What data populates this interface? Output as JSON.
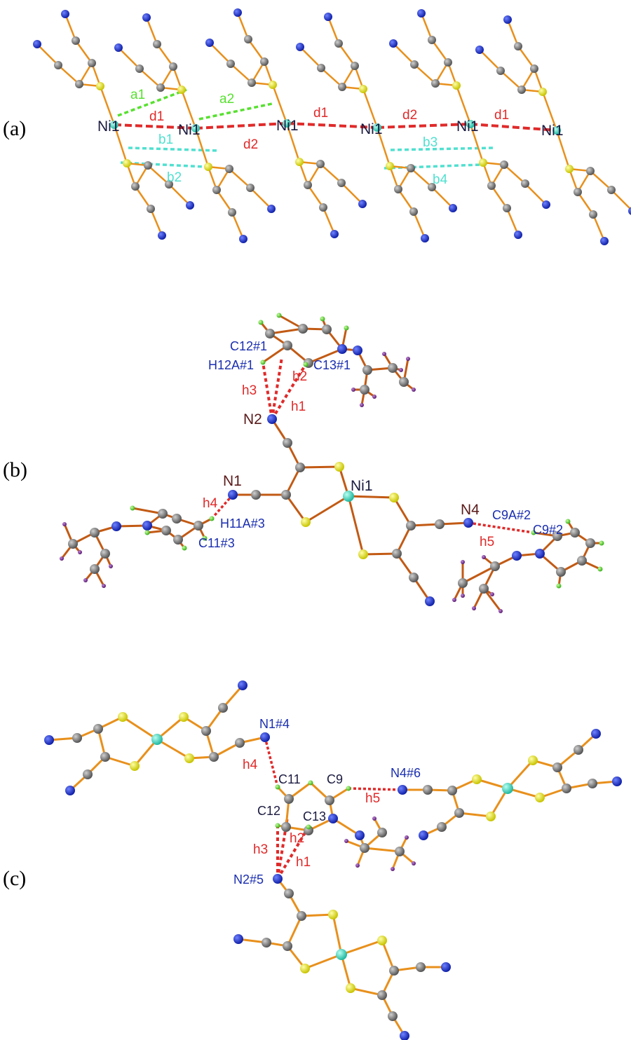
{
  "panels": {
    "a": {
      "label": "(a)",
      "ni_labels": [
        "Ni1",
        "Ni1",
        "Ni1",
        "Ni1",
        "Ni1",
        "Ni1"
      ],
      "contacts": {
        "a1": "a1",
        "a2": "a2",
        "d1": "d1",
        "d2": "d2",
        "b1": "b1",
        "b2": "b2",
        "b3": "b3",
        "b4": "b4"
      }
    },
    "b": {
      "label": "(b)",
      "atoms": {
        "c12_1": "C12#1",
        "h12a_1": "H12A#1",
        "c13_1": "C13#1",
        "n2": "N2",
        "n1": "N1",
        "ni1": "Ni1",
        "h11a_3": "H11A#3",
        "c11_3": "C11#3",
        "n4": "N4",
        "c9a_2": "C9A#2",
        "c9_2": "C9#2"
      },
      "contacts": {
        "h1": "h1",
        "h2": "h2",
        "h3": "h3",
        "h4": "h4",
        "h5": "h5"
      }
    },
    "c": {
      "label": "(c)",
      "atoms": {
        "n1_4": "N1#4",
        "c11": "C11",
        "c9": "C9",
        "n4_6": "N4#6",
        "c12": "C12",
        "c13": "C13",
        "n2_5": "N2#5"
      },
      "contacts": {
        "h1": "h1",
        "h2": "h2",
        "h3": "h3",
        "h4": "h4",
        "h5": "h5"
      }
    }
  },
  "colors": {
    "bond": "#e8901c",
    "bond_dark": "#c25a14",
    "carbon": "#707070",
    "nitrogen": "#1d2ec8",
    "sulfur": "#e8e41a",
    "nickel": "#40e0c8",
    "hydrogen": "#58e030",
    "fluorine": "#7a3290",
    "contact_red": "#e02a2a",
    "contact_green": "#58e030",
    "contact_cyan": "#50e0d0",
    "label_dark": "#1a1a40",
    "label_blue": "#1a2eb0",
    "label_maroon": "#5a1a1a"
  }
}
